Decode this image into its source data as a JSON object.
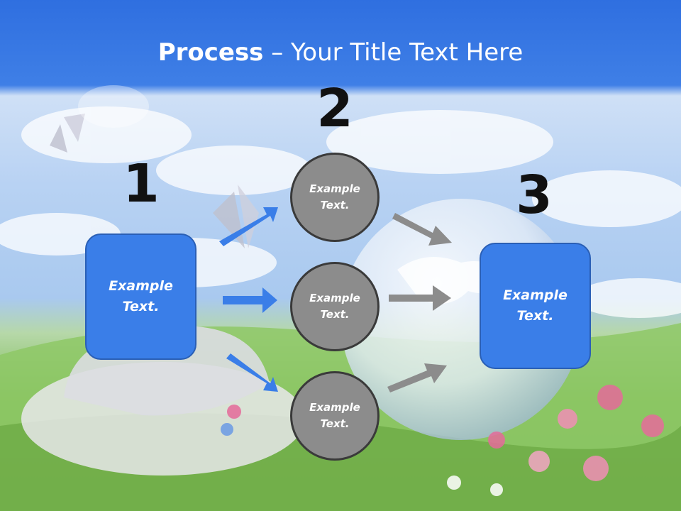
{
  "title": {
    "bold": "Process",
    "rest": " – Your Title Text Here"
  },
  "steps": [
    {
      "number": "1",
      "label": "Example\nText."
    },
    {
      "number": "2",
      "items": [
        "Example\nText.",
        "Example\nText.",
        "Example\nText."
      ]
    },
    {
      "number": "3",
      "label": "Example\nText."
    }
  ],
  "colors": {
    "box_fill": "#3a7ee8",
    "box_border": "#2a5fb5",
    "circle_fill": "#8c8c8c",
    "circle_border": "#3a3a3a",
    "blue_arrow": "#3a7ee8",
    "gray_arrow": "#8c8c8c"
  },
  "icons": {
    "blue_arrows": "arrow-right-icon",
    "gray_arrows": "arrow-right-icon"
  }
}
